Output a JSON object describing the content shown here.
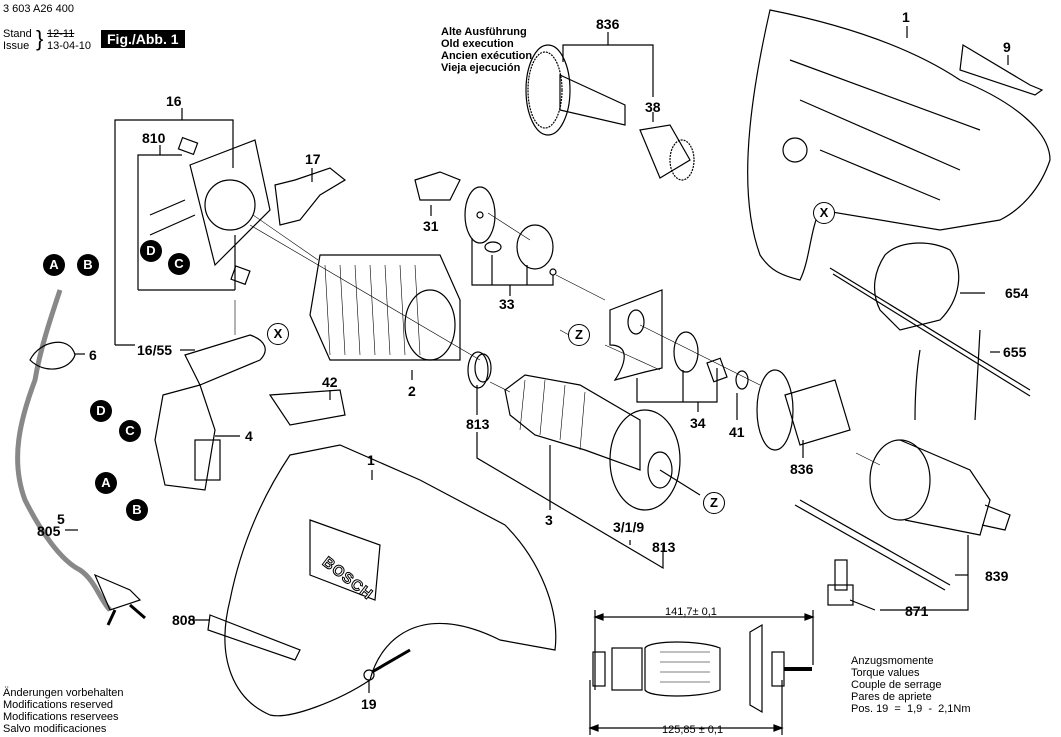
{
  "header": {
    "doc_number": "3 603 A26 400",
    "stand_label": "Stand",
    "issue_label": "Issue",
    "old_date": "12-11",
    "issue_date": "13-04-10",
    "figure_label": "Fig./Abb. 1"
  },
  "old_execution_note": [
    "Alte Ausführung",
    "Old execution",
    "Ancien exécution",
    "Vieja ejecución"
  ],
  "footer_left": [
    "Änderungen vorbehalten",
    "Modifications reserved",
    "Modifications reservees",
    "Salvo modificaciones"
  ],
  "torque_note": [
    "Anzugsmomente",
    "Torque values",
    "Couple de serrage",
    "Pares de apriete",
    "Pos. 19  =  1,9  -  2,1Nm"
  ],
  "armature_dimensions": {
    "overall_length": "141,7± 0,1",
    "bearing_length": "125,85 ± 0,1"
  },
  "part_labels": {
    "p836_top": "836",
    "p38": "38",
    "p1_top": "1",
    "p9": "9",
    "p16": "16",
    "p810": "810",
    "p17": "17",
    "p31": "31",
    "p33": "33",
    "p16_55": "16/55",
    "p6": "6",
    "p42": "42",
    "p2": "2",
    "p813_left": "813",
    "p34": "34",
    "p41": "41",
    "p654": "654",
    "p655": "655",
    "p4": "4",
    "p1_bottom": "1",
    "p3": "3",
    "p3_1_9": "3/1/9",
    "p813_right": "813",
    "p836_bottom": "836",
    "p5": "5",
    "p805": "805",
    "p839": "839",
    "p871": "871",
    "p808": "808",
    "p19": "19"
  },
  "connection_markers": {
    "A_cord": "A",
    "B_cord": "B",
    "D_brush": "D",
    "C_brush": "C",
    "D_switch": "D",
    "C_switch": "C",
    "A_switch": "A",
    "B_switch": "B",
    "X_housing": "X",
    "X_cover": "X",
    "Z_plate": "Z",
    "Z_armature": "Z"
  },
  "housing_brand": "BOSCH"
}
